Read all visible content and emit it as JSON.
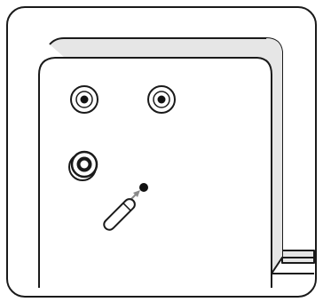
{
  "figure": {
    "kind": "line-art-illustration",
    "subject": "side-panel-with-ports-and-reset-pin",
    "colors": {
      "stroke": "#1a1a1a",
      "panel_fill": "#ffffff",
      "top_face_fill": "#e6e6e6",
      "arrow": "#8a8a8a",
      "port_center": "#111111"
    },
    "elements": {
      "frame": "outer-rounded-frame",
      "device": "device-panel",
      "ports": [
        "port-top-left",
        "port-top-right",
        "port-recessed"
      ],
      "pin_hole": "reset-pin-hole",
      "tool": "pin-tool",
      "arrow": "insertion-arrow"
    }
  }
}
